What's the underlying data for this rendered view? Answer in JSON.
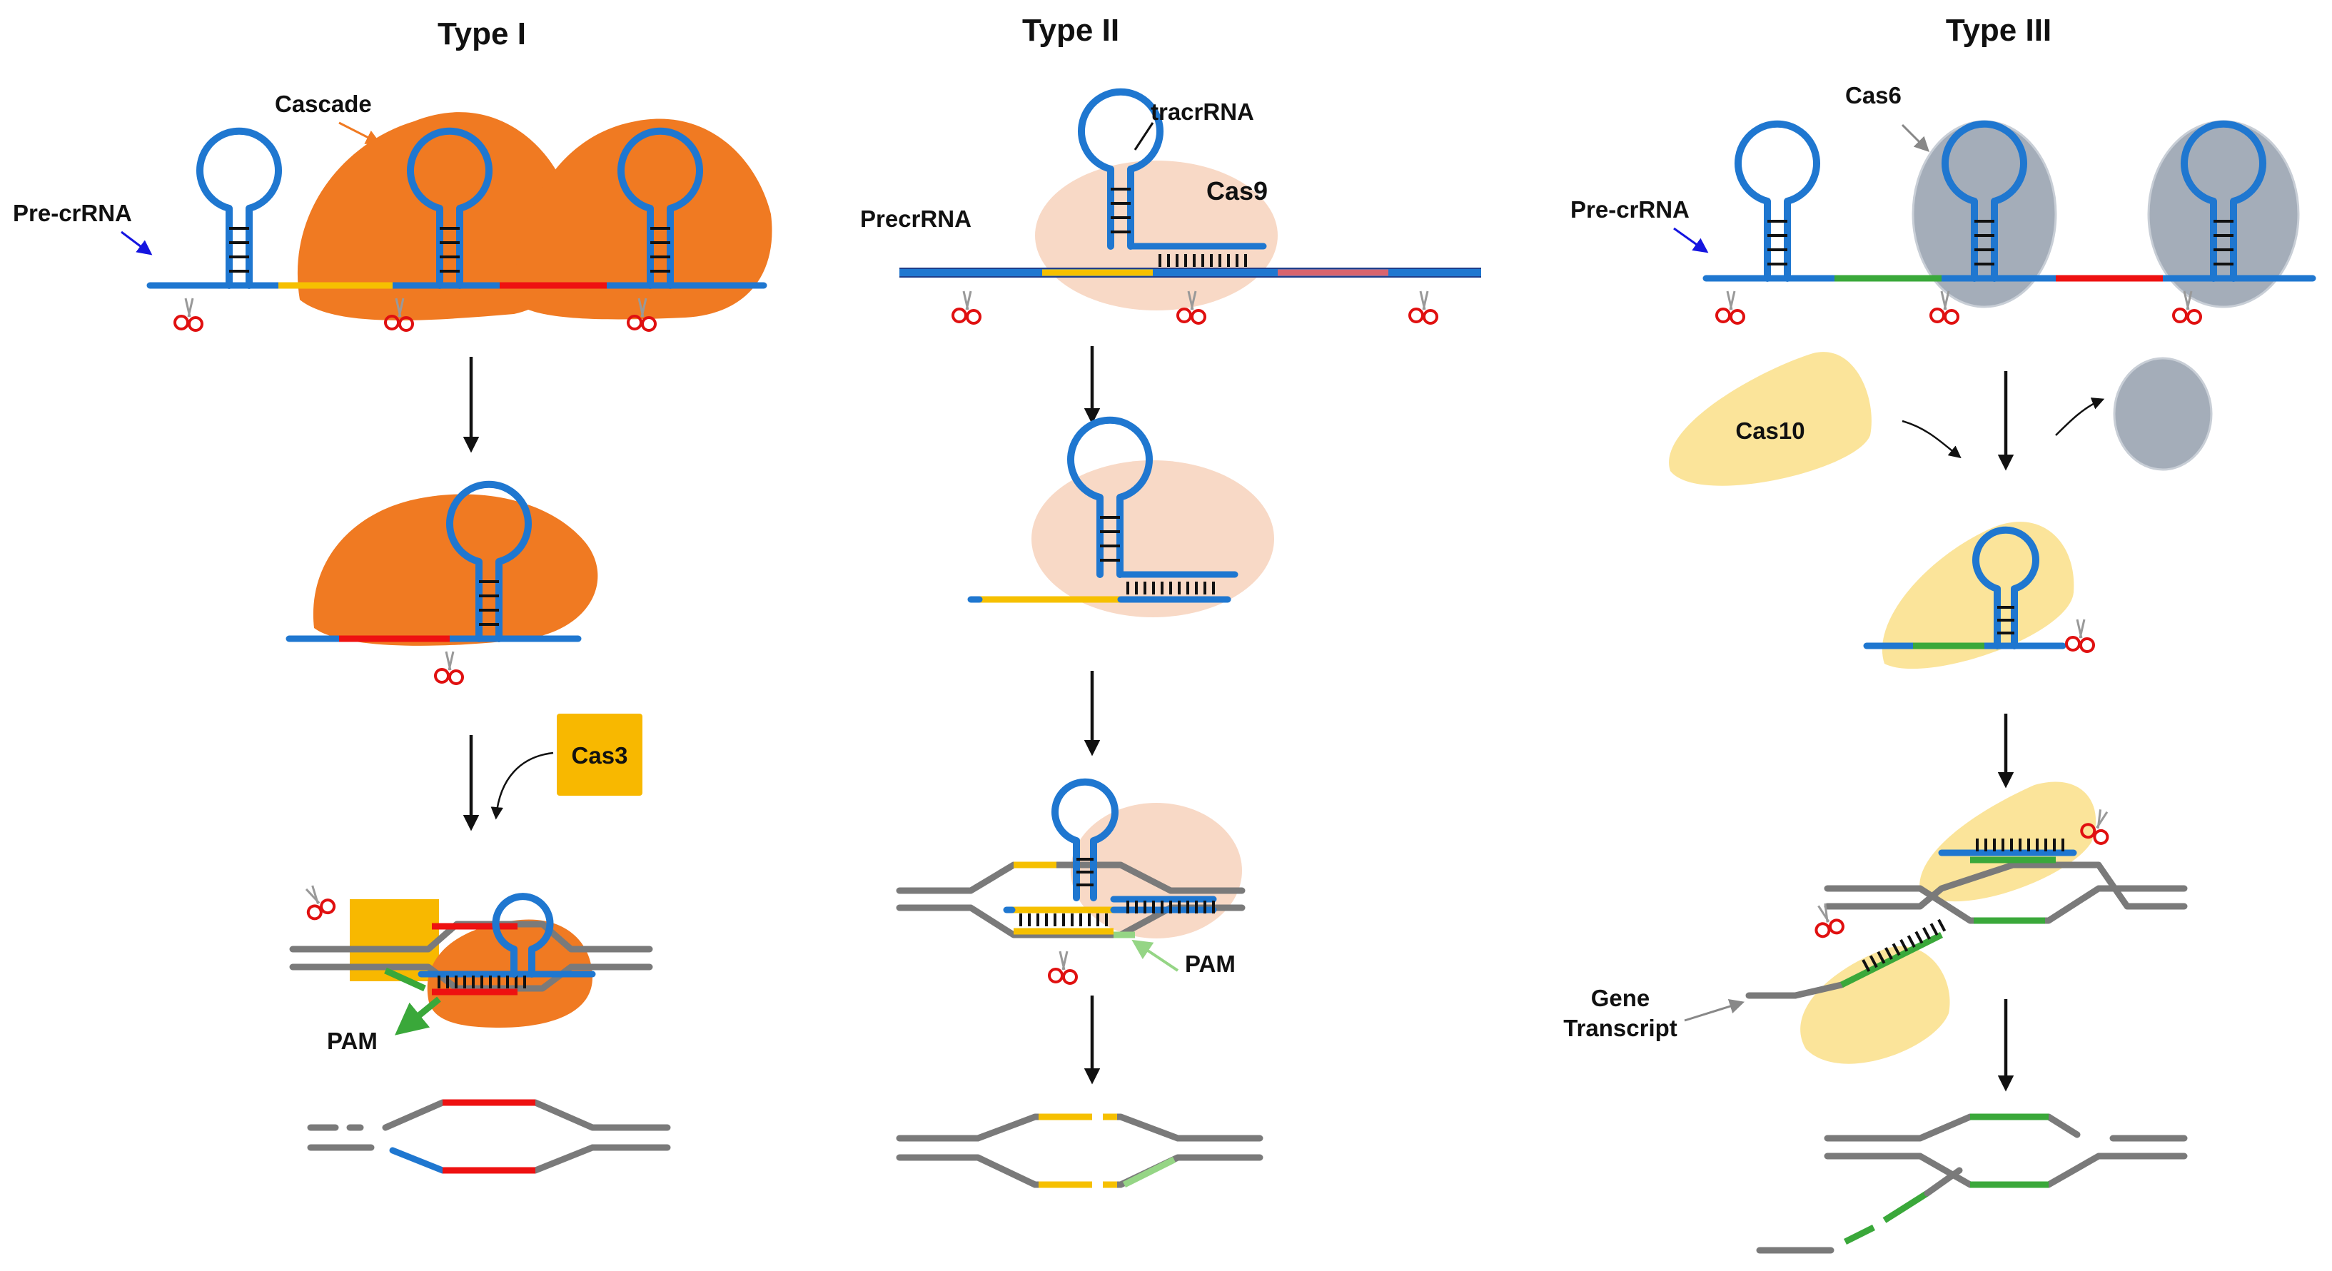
{
  "panels": [
    {
      "title": "Type I"
    },
    {
      "title": "Type II"
    },
    {
      "title": "Type III"
    }
  ],
  "labels": {
    "cascade": "Cascade",
    "pre_crrna_1": "Pre-crRNA",
    "cas3": "Cas3",
    "pam_1": "PAM",
    "tracrrna": "tracrRNA",
    "cas9": "Cas9",
    "precrrna_2": "PrecrRNA",
    "pam_2": "PAM",
    "cas6": "Cas6",
    "pre_crrna_3": "Pre-crRNA",
    "cas10": "Cas10",
    "gene": "Gene",
    "transcript": "Transcript"
  },
  "colors": {
    "crrna_repeat": "#1f77d0",
    "spacer_1": "#f6c000",
    "spacer_2": "#ee1111",
    "spacer_3": "#3aa83a",
    "cascade": "#f07a22",
    "cas9": "#f8d9c6",
    "cas6": "#a4adb9",
    "cas10": "#fbe49a",
    "cas3": "#f8b800",
    "dna": "#7a7a7a"
  }
}
